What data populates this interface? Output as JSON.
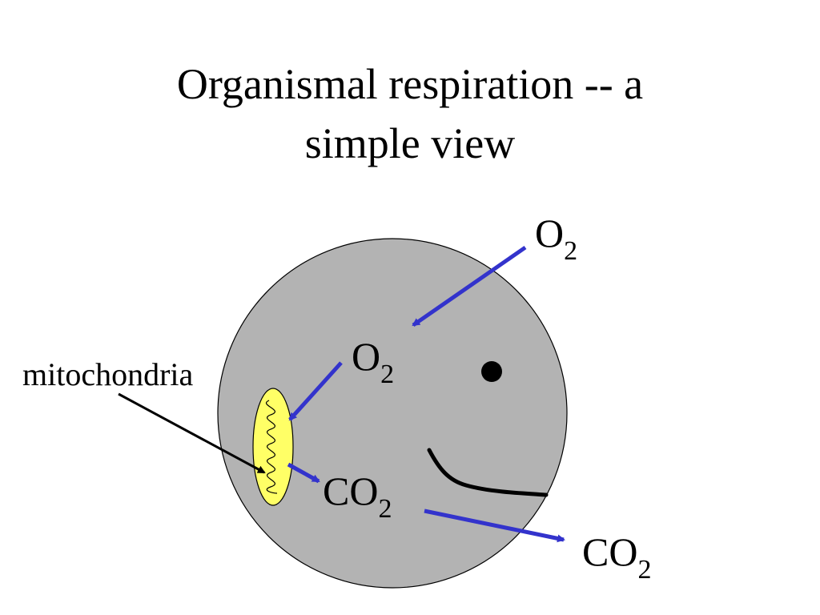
{
  "title": {
    "line1": "Organismal respiration -- a",
    "line2": "simple view"
  },
  "labels": {
    "o2_outside": {
      "base": "O",
      "sub": "2"
    },
    "o2_inside": {
      "base": "O",
      "sub": "2"
    },
    "co2_inside": {
      "base": "CO",
      "sub": "2"
    },
    "co2_outside": {
      "base": "CO",
      "sub": "2"
    },
    "mitochondria": "mitochondria"
  },
  "colors": {
    "cell_fill": "#b3b3b3",
    "mitochondrion_fill": "#ffff66",
    "arrow_blue": "#3333cc",
    "ink": "#000000"
  }
}
